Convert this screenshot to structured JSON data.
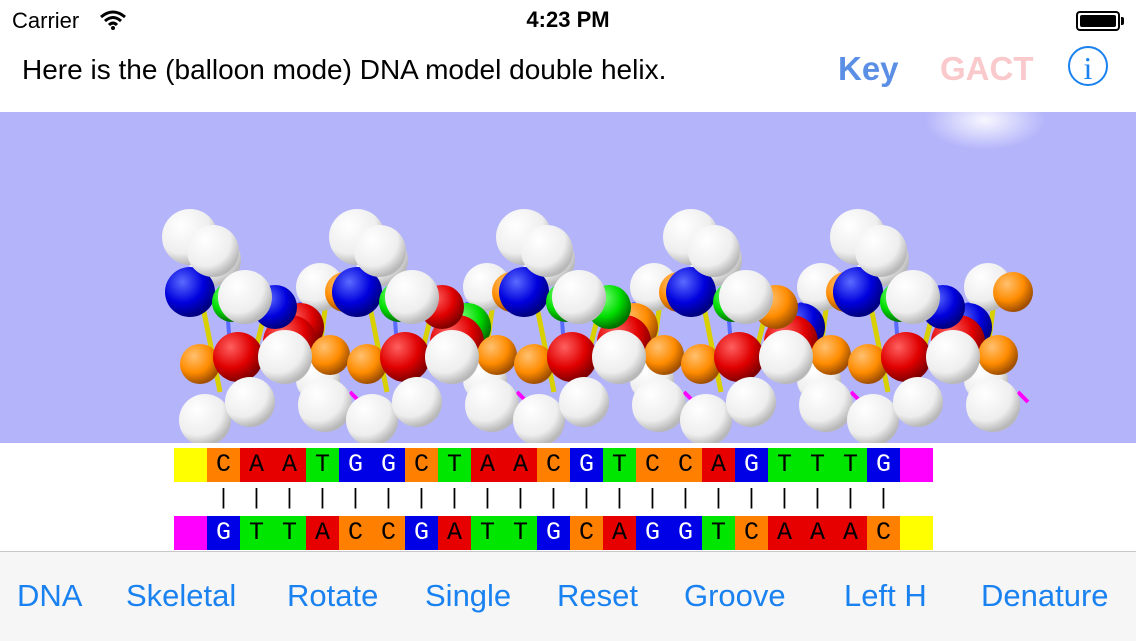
{
  "status": {
    "carrier": "Carrier",
    "time": "4:23 PM"
  },
  "header": {
    "text": "Here is the (balloon mode) DNA model double helix.",
    "key_label": "Key",
    "gact_label": "GACT",
    "info_label": "i"
  },
  "colors": {
    "G": "#0000e6",
    "C": "#ff8000",
    "A": "#e60000",
    "T": "#00e600",
    "end_yellow": "#ffff00",
    "end_magenta": "#ff00ff",
    "viewport_bg": "#b4b4fb",
    "accent": "#1a82f0"
  },
  "sequence": {
    "top": [
      "C",
      "A",
      "A",
      "T",
      "G",
      "G",
      "C",
      "T",
      "A",
      "A",
      "C",
      "G",
      "T",
      "C",
      "C",
      "A",
      "G",
      "T",
      "T",
      "T",
      "G"
    ],
    "bottom": [
      "G",
      "T",
      "T",
      "A",
      "C",
      "C",
      "G",
      "A",
      "T",
      "T",
      "G",
      "C",
      "A",
      "G",
      "G",
      "T",
      "C",
      "A",
      "A",
      "A",
      "C"
    ],
    "bond": "|"
  },
  "toolbar": [
    "DNA",
    "Skeletal",
    "Rotate",
    "Single",
    "Reset",
    "Groove",
    "Left H",
    "Denature"
  ]
}
